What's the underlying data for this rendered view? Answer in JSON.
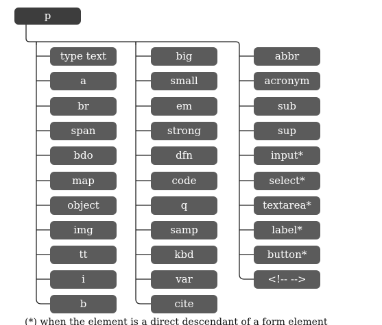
{
  "root": "p",
  "columns": [
    [
      "type text",
      "a",
      "br",
      "span",
      "bdo",
      "map",
      "object",
      "img",
      "tt",
      "i",
      "b"
    ],
    [
      "big",
      "small",
      "em",
      "strong",
      "dfn",
      "code",
      "q",
      "samp",
      "kbd",
      "var",
      "cite"
    ],
    [
      "abbr",
      "acronym",
      "sub",
      "sup",
      "input*",
      "select*",
      "textarea*",
      "label*",
      "button*",
      "<!-- -->"
    ]
  ],
  "footnote": "(*) when the element is a direct descendant of a form element"
}
